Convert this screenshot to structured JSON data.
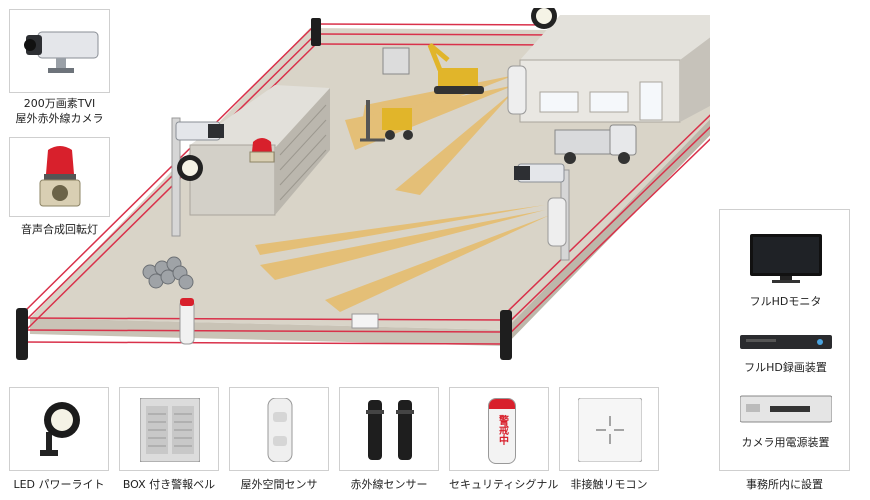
{
  "left_devices": [
    {
      "label_lines": [
        "200万画素TVI",
        "屋外赤外線カメラ"
      ],
      "icon": "bullet-camera-icon"
    },
    {
      "label_lines": [
        "音声合成回転灯"
      ],
      "icon": "rotating-beacon-icon"
    }
  ],
  "bottom_devices": [
    {
      "label": "LED パワーライト",
      "icon": "led-floodlight-icon"
    },
    {
      "label": "BOX 付き警報ベル",
      "icon": "alarm-bell-box-icon"
    },
    {
      "label": "屋外空間センサ",
      "icon": "outdoor-space-sensor-icon"
    },
    {
      "label": "赤外線センサー",
      "icon": "infrared-beam-sensor-icon"
    },
    {
      "label": "セキュリティシグナル",
      "icon": "security-signal-icon"
    },
    {
      "label": "非接触リモコン",
      "icon": "contactless-remote-icon"
    }
  ],
  "office_panel": {
    "title": "事務所内に設置",
    "devices": [
      {
        "label": "フルHDモニタ",
        "icon": "monitor-icon"
      },
      {
        "label": "フルHD録画装置",
        "icon": "recorder-icon"
      },
      {
        "label": "カメラ用電源装置",
        "icon": "power-supply-icon"
      }
    ]
  },
  "scene": {
    "signal_text": "警戒中"
  },
  "colors": {
    "fence_red": "#d9314a",
    "ground": "#d9d4c8",
    "beam_yellow": "#e8b85c",
    "sensor_black": "#1e1e1e"
  }
}
